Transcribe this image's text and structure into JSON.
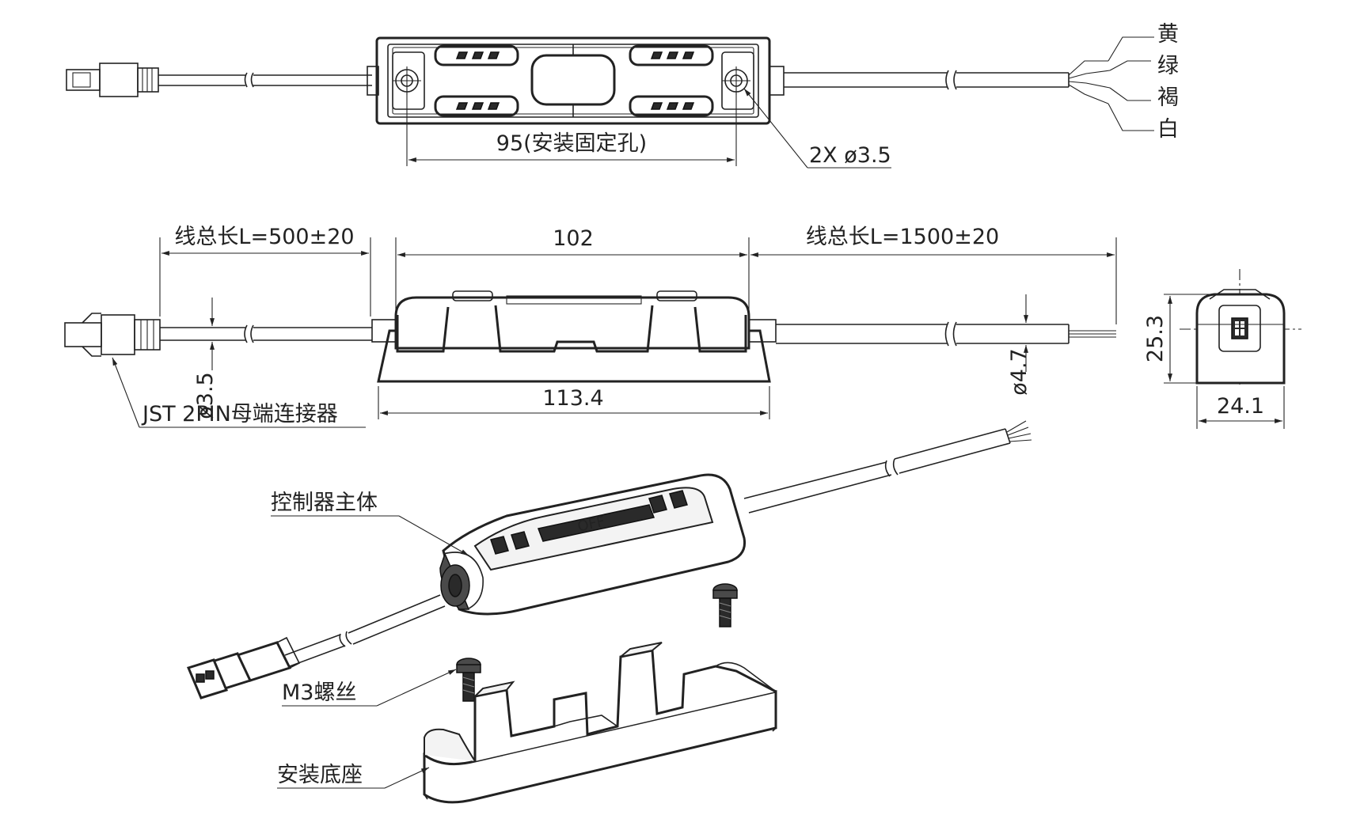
{
  "top_view": {
    "wire_colors": [
      "黄",
      "绿",
      "褐",
      "白"
    ],
    "mount_hole_spacing": "95(安装固定孔)",
    "hole_diameter": "2X ø3.5"
  },
  "side_view": {
    "left_cable_length": "线总长L=500±20",
    "controller_length": "102",
    "right_cable_length": "线总长L=1500±20",
    "left_cable_diameter": "ø3.5",
    "right_cable_diameter": "ø4.7",
    "base_length": "113.4",
    "connector_label": "JST 2PIN母端连接器"
  },
  "end_view": {
    "height": "25.3",
    "width": "24.1"
  },
  "exploded_view": {
    "controller_label": "控制器主体",
    "screw_label": "M3螺丝",
    "base_label": "安装底座",
    "button_text": "OFF"
  }
}
